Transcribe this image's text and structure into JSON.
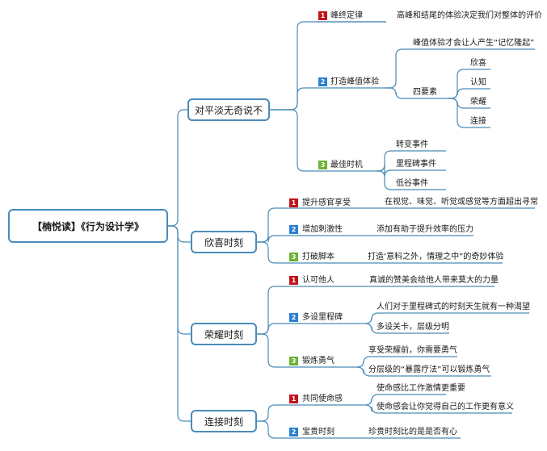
{
  "root": "【楠悦读】《行为设计学》",
  "colors": {
    "line": "#4a8bb8",
    "box_border": "#4a8bb8",
    "badge_1": "#c0141a",
    "badge_2": "#2b7fd3",
    "badge_3": "#6cb234"
  },
  "branches": [
    {
      "title": "对平淡无奇说不",
      "items": [
        {
          "badge": "1",
          "label": "峰终定律",
          "notes": [
            "高峰和结尾的体验决定我们对整体的评价"
          ]
        },
        {
          "badge": "2",
          "label": "打造峰值体验",
          "notes": [
            "峰值体验才会让人产生“记忆隆起”"
          ],
          "sub": {
            "label": "四要素",
            "items": [
              "欣喜",
              "认知",
              "荣耀",
              "连接"
            ]
          }
        },
        {
          "badge": "3",
          "label": "最佳时机",
          "notes": [
            "转变事件",
            "里程碑事件",
            "低谷事件"
          ]
        }
      ]
    },
    {
      "title": "欣喜时刻",
      "items": [
        {
          "badge": "1",
          "label": "提升感官享受",
          "notes": [
            "在视觉、味觉、听觉或感觉等方面超出寻常"
          ]
        },
        {
          "badge": "2",
          "label": "增加刺激性",
          "notes": [
            "添加有助于提升效率的压力"
          ]
        },
        {
          "badge": "3",
          "label": "打破脚本",
          "notes": [
            "打造‘意料之外，情理之中”的奇妙体验"
          ]
        }
      ]
    },
    {
      "title": "荣耀时刻",
      "items": [
        {
          "badge": "1",
          "label": "认可他人",
          "notes": [
            "真诚的赞美会给他人带来莫大的力量"
          ]
        },
        {
          "badge": "2",
          "label": "多设里程碑",
          "notes": [
            "人们对于里程碑式的时刻天生就有一种渴望",
            "多设关卡，层级分明"
          ]
        },
        {
          "badge": "3",
          "label": "锻炼勇气",
          "notes": [
            "享受荣耀前，你需要勇气",
            "分层级的“暴露疗法”可以锻炼勇气"
          ]
        }
      ]
    },
    {
      "title": "连接时刻",
      "items": [
        {
          "badge": "1",
          "label": "共同使命感",
          "notes": [
            "使命感比工作激情更重要",
            "使命感会让你觉得自己的工作更有意义"
          ]
        },
        {
          "badge": "2",
          "label": "宝贵时刻",
          "notes": [
            "珍贵时刻比的是是否有心"
          ]
        }
      ]
    }
  ]
}
